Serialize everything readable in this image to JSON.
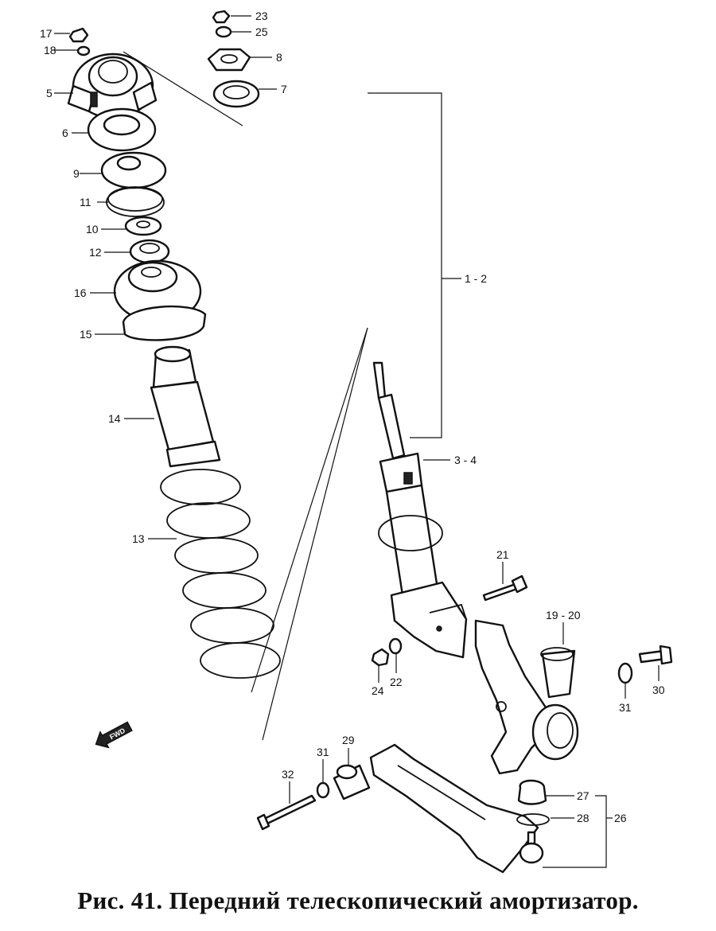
{
  "caption": "Рис. 41. Передний телескопический амортизатор.",
  "direction_badge": "FWD",
  "callouts": {
    "c1_2": "1 - 2",
    "c3_4": "3 - 4",
    "c5": "5",
    "c6": "6",
    "c7": "7",
    "c8": "8",
    "c9": "9",
    "c10": "10",
    "c11": "11",
    "c12": "12",
    "c13": "13",
    "c14": "14",
    "c15": "15",
    "c16": "16",
    "c17": "17",
    "c18": "18",
    "c19_20": "19 - 20",
    "c21": "21",
    "c22": "22",
    "c23": "23",
    "c24": "24",
    "c25": "25",
    "c26": "26",
    "c27": "27",
    "c28": "28",
    "c29": "29",
    "c30": "30",
    "c31a": "31",
    "c31b": "31",
    "c32": "32"
  }
}
